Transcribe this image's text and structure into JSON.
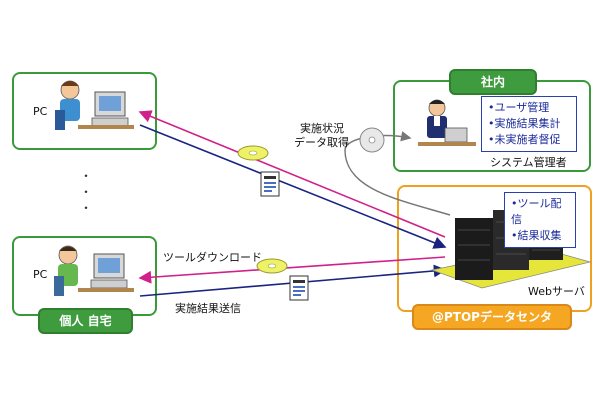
{
  "home_box": {
    "tag": "個人 自宅",
    "pc_top_label": "PC",
    "pc_bottom_label": "PC",
    "dots": "・\n・\n・"
  },
  "office_box": {
    "tag": "社内",
    "features": [
      "•ユーザ管理",
      "•実施結果集計",
      "•未実施者督促"
    ],
    "caption": "システム管理者"
  },
  "datacenter_box": {
    "tag": "@PTOPデータセンタ",
    "features": [
      "•ツール配信",
      "•結果収集"
    ],
    "server_label": "Webサーバ"
  },
  "flows": {
    "status_label_1": "実施状況",
    "status_label_2": "データ取得",
    "download_label": "ツールダウンロード",
    "send_label": "実施結果送信"
  },
  "colors": {
    "green": "#3a9a3a",
    "orange": "#f0a020",
    "magenta": "#d0208a",
    "navy": "#1a2380"
  }
}
